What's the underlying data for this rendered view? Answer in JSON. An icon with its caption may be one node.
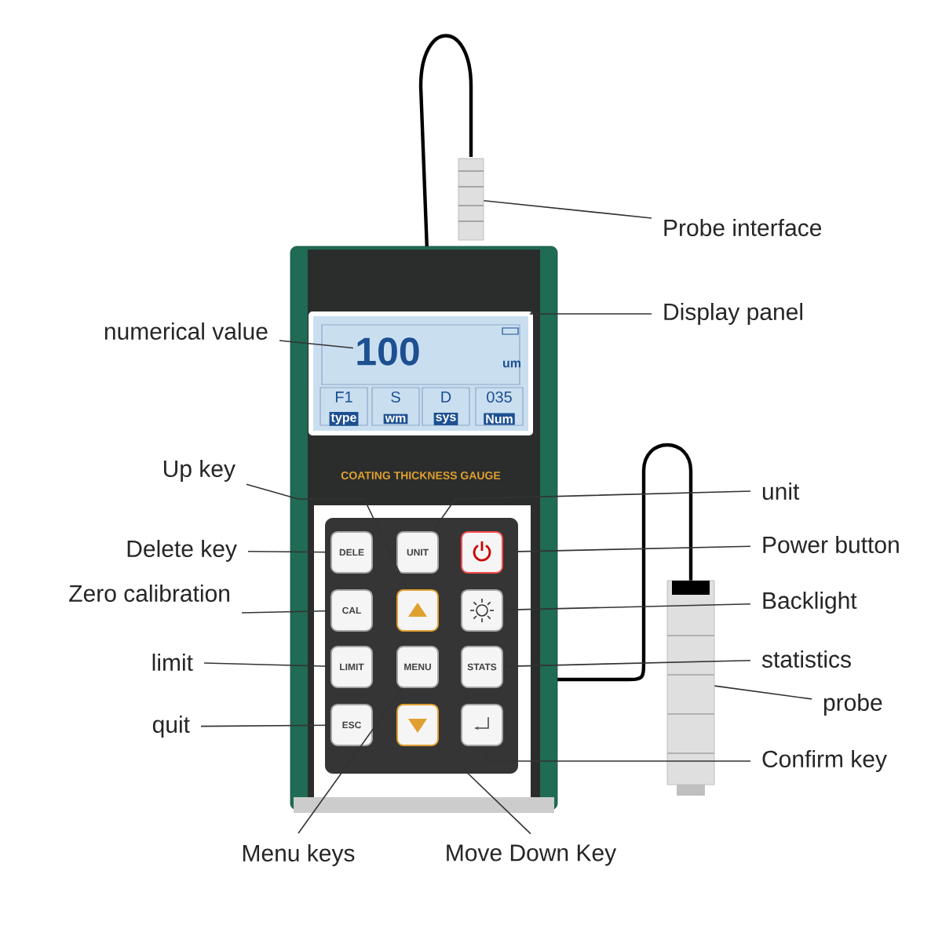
{
  "diagram": {
    "nodes": [
      {
        "text": [
          "Probe interface"
        ]
      },
      {
        "text": [],
        "shape": "picture"
      },
      {
        "text": [
          "Display panel"
        ]
      },
      {
        "text": [
          "numerical value"
        ]
      },
      {
        "text": [],
        "shape": "box"
      },
      {
        "text": [
          "100"
        ],
        "in": 4
      },
      {
        "text": [
          "Up key"
        ]
      },
      {
        "text": [
          "unit"
        ]
      },
      {
        "text": [
          "Delete key"
        ]
      },
      {
        "text": [
          "Power button"
        ]
      },
      {
        "text": [
          "Zero calibration"
        ]
      },
      {
        "text": [
          "Backlight"
        ]
      },
      {
        "text": [
          "limit"
        ]
      },
      {
        "text": [
          "statistics"
        ]
      },
      {
        "text": [
          "quit"
        ]
      },
      {
        "text": [
          "probe"
        ]
      },
      {
        "text": [
          "Confirm key"
        ]
      },
      {
        "text": [
          "Menu keys"
        ]
      },
      {
        "text": [
          "Move Down Key"
        ]
      },
      {
        "text": [
          "DELE"
        ]
      },
      {
        "text": [
          "UNIT"
        ]
      },
      {
        "text": [],
        "shape": "box"
      },
      {
        "text": [
          "CAL"
        ]
      },
      {
        "text": [],
        "shape": "box"
      },
      {
        "text": [],
        "shape": "box"
      },
      {
        "text": [
          "LIMIT"
        ]
      },
      {
        "text": [
          "MENU"
        ]
      },
      {
        "text": [
          "STATS"
        ]
      },
      {
        "text": [
          "ESC"
        ]
      },
      {
        "text": [],
        "shape": "box"
      },
      {
        "text": [],
        "shape": "box"
      },
      {
        "text": [],
        "shape": "picture"
      }
    ],
    "edges": [
      {
        "from": 0,
        "to": 1,
        "arrow": "none"
      },
      {
        "from": 2,
        "to": 4,
        "arrow": "none"
      },
      {
        "from": 3,
        "to": 5,
        "arrow": "none"
      },
      {
        "from": 6,
        "to": 23,
        "arrow": "none"
      },
      {
        "from": 7,
        "to": 20,
        "arrow": "none"
      },
      {
        "from": 8,
        "to": 19,
        "arrow": "none"
      },
      {
        "from": 9,
        "to": 21,
        "arrow": "none"
      },
      {
        "from": 10,
        "to": 22,
        "arrow": "none"
      },
      {
        "from": 11,
        "to": 24,
        "arrow": "none"
      },
      {
        "from": 12,
        "to": 25,
        "arrow": "none"
      },
      {
        "from": 13,
        "to": 27,
        "arrow": "none"
      },
      {
        "from": 14,
        "to": 28,
        "arrow": "none"
      },
      {
        "from": 15,
        "to": 31,
        "arrow": "none"
      },
      {
        "from": 16,
        "to": 30,
        "arrow": "none"
      },
      {
        "from": 17,
        "to": 26,
        "arrow": "none"
      },
      {
        "from": 18,
        "to": 29,
        "arrow": "none"
      }
    ],
    "labels": [
      "um",
      "F1",
      "S",
      "D",
      "035",
      "type",
      "wm",
      "sys",
      "Num",
      "COATING THICKNESS GAUGE"
    ]
  }
}
